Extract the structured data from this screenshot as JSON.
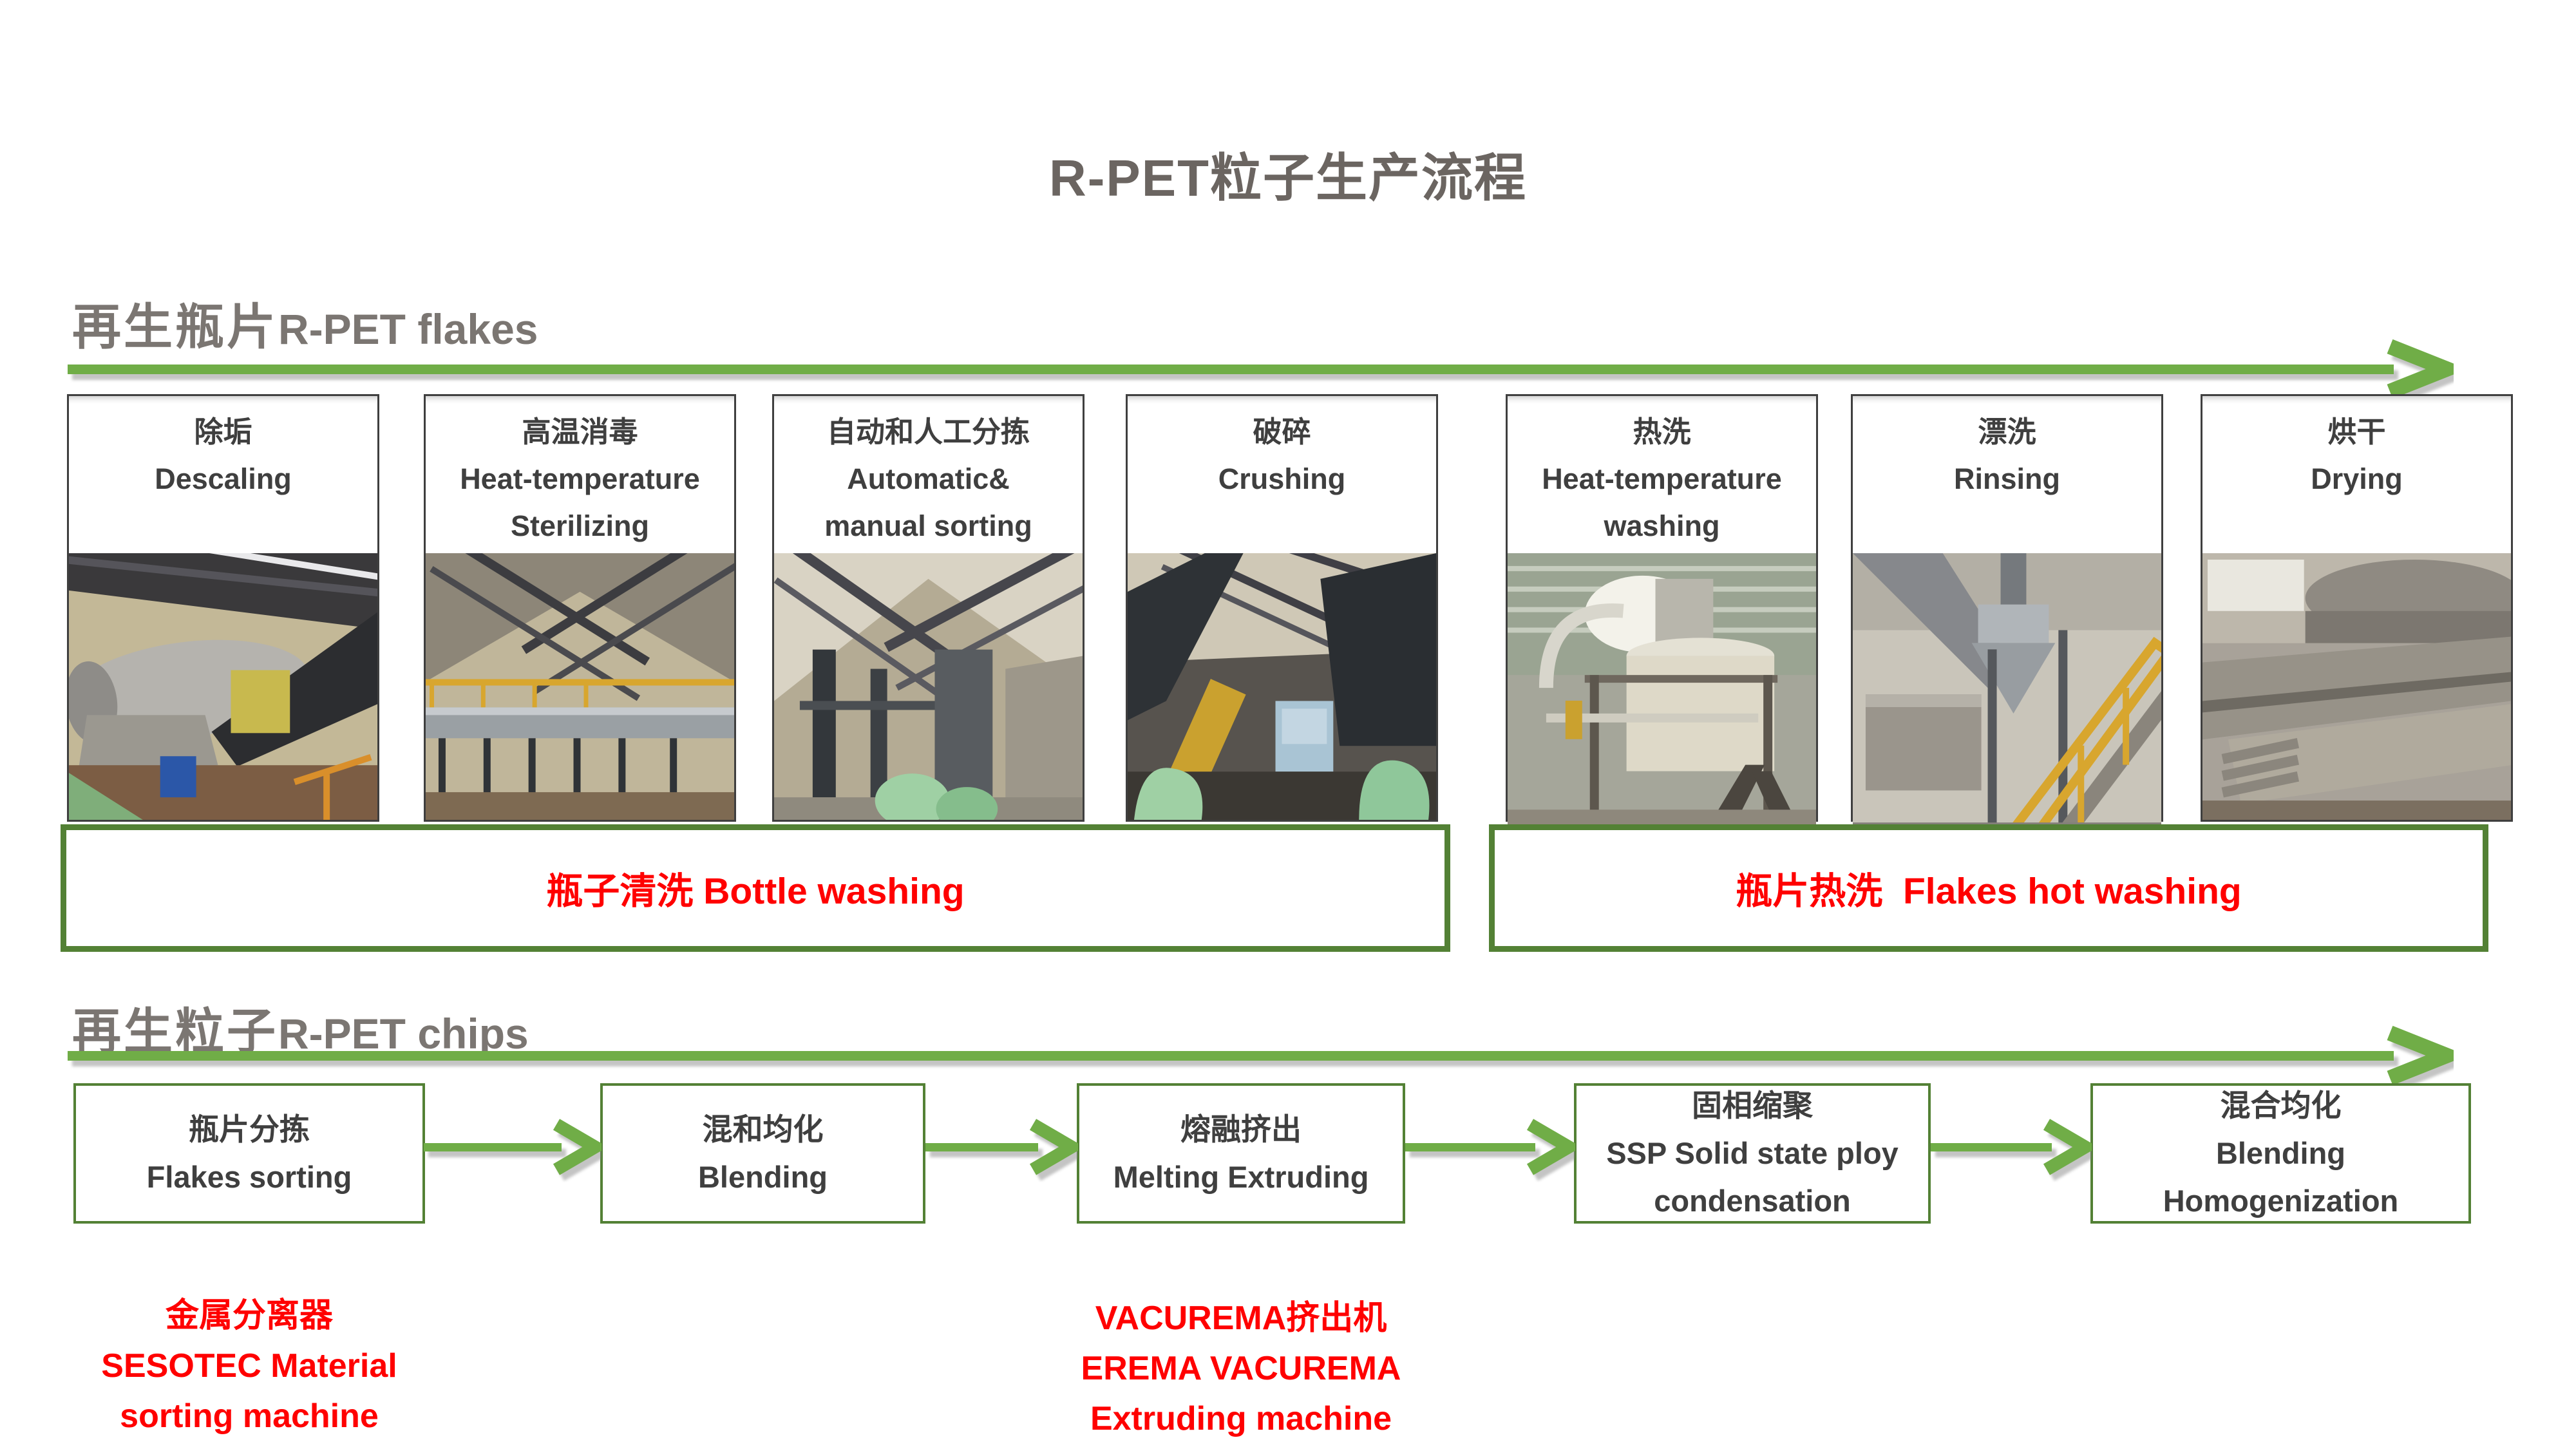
{
  "title": "R-PET粒子生产流程",
  "colors": {
    "accent_green": "#70AD47",
    "dark_green_border": "#538135",
    "red_text": "#FF0000",
    "box_text_gray": "#3F3F3F",
    "heading_gray": "#7B7672",
    "title_gray": "#6B6561"
  },
  "flakes": {
    "heading_cjk": "再生瓶片",
    "heading_en": "R-PET flakes",
    "steps": [
      {
        "lines": [
          "除垢",
          "Descaling"
        ]
      },
      {
        "lines": [
          "高温消毒",
          "Heat-temperature",
          "Sterilizing"
        ]
      },
      {
        "lines": [
          "自动和人工分拣",
          "Automatic&",
          "manual sorting"
        ]
      },
      {
        "lines": [
          "破碎",
          "Crushing"
        ]
      },
      {
        "lines": [
          "热洗",
          "Heat-temperature",
          "washing"
        ]
      },
      {
        "lines": [
          "漂洗",
          "Rinsing"
        ]
      },
      {
        "lines": [
          "烘干",
          "Drying"
        ]
      }
    ]
  },
  "wash": {
    "labels": [
      {
        "text": "瓶子清洗 Bottle washing"
      },
      {
        "text": "瓶片热洗  Flakes hot washing"
      }
    ]
  },
  "chips": {
    "heading_cjk": "再生粒子",
    "heading_en": "R-PET chips",
    "steps": [
      {
        "lines": [
          "瓶片分拣",
          "Flakes sorting"
        ]
      },
      {
        "lines": [
          "混和均化",
          "Blending"
        ]
      },
      {
        "lines": [
          "熔融挤出",
          "Melting Extruding"
        ]
      },
      {
        "lines": [
          "固相缩聚",
          "SSP Solid state ploy",
          "condensation"
        ]
      },
      {
        "lines": [
          "混合均化",
          "Blending",
          "Homogenization"
        ]
      }
    ]
  },
  "annotations": [
    {
      "lines": [
        "金属分离器",
        "SESOTEC Material",
        "sorting machine"
      ]
    },
    {
      "lines": [
        "VACUREMA挤出机",
        "EREMA VACUREMA",
        "Extruding machine"
      ]
    }
  ]
}
